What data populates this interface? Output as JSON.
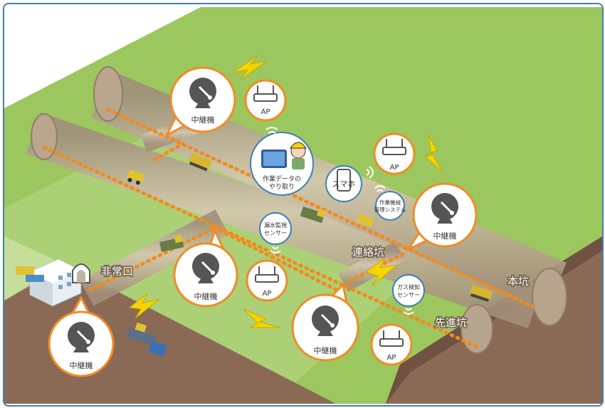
{
  "labels": {
    "relay": "中継機",
    "ap": "AP",
    "smartphone": "スマホ",
    "work_data_line1": "作業データの",
    "work_data_line2": "やり取り",
    "work_mgmt_line1": "作業機械",
    "work_mgmt_line2": "管理システム",
    "water_sensor_line1": "漏水監視",
    "water_sensor_line2": "センサー",
    "gas_sensor_line1": "ガス検知",
    "gas_sensor_line2": "センサー",
    "emergency_exit": "非常口",
    "connecting_shaft": "連絡坑",
    "main_shaft": "本坑",
    "pilot_shaft": "先進坑"
  },
  "colors": {
    "grass_light": "#b3d47e",
    "grass_mid": "#9cc65e",
    "soil": "#8a6a55",
    "soil_dark": "#6f5242",
    "tunnel": "#c9b9a2",
    "tunnel_dark": "#a89680",
    "signal_line": "#f28a1c",
    "callout_border": "#f08c28",
    "icon_dark": "#555555",
    "bolt": "#f5d400",
    "frame": "#3f7fb8"
  }
}
